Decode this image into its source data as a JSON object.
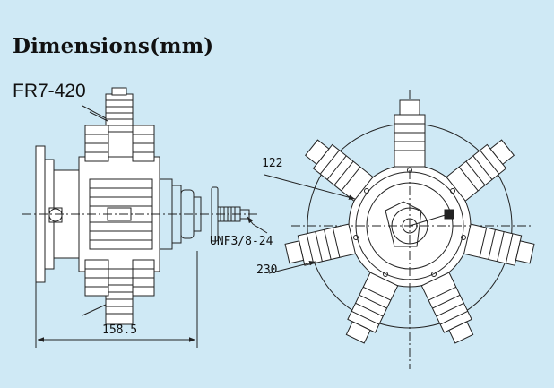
{
  "heading": {
    "title": "Dimensions(mm)",
    "model": "FR7-420"
  },
  "dimensions": {
    "length": "158.5",
    "thread": "UNF3/8-24",
    "inner_diameter": "122",
    "outer_diameter": "230"
  },
  "colors": {
    "background": "#cfe9f5",
    "line": "#222222"
  }
}
